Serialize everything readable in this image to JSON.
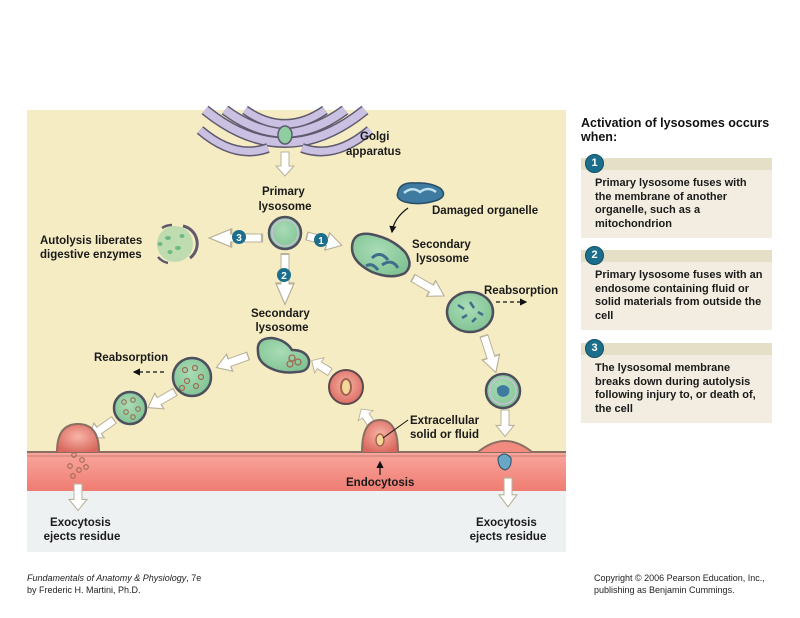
{
  "diagram": {
    "labels": {
      "golgi": [
        "Golgi",
        "apparatus"
      ],
      "primary_lysosome": [
        "Primary",
        "lysosome"
      ],
      "damaged_organelle": "Damaged organelle",
      "secondary_lysosome_right": [
        "Secondary",
        "lysosome"
      ],
      "secondary_lysosome_center": [
        "Secondary",
        "lysosome"
      ],
      "autolysis": [
        "Autolysis liberates",
        "digestive enzymes"
      ],
      "reabsorption_right": "Reabsorption",
      "reabsorption_left": "Reabsorption",
      "extracellular": [
        "Extracellular",
        "solid or fluid"
      ],
      "endocytosis": "Endocytosis",
      "exocytosis_left": [
        "Exocytosis",
        "ejects residue"
      ],
      "exocytosis_right": [
        "Exocytosis",
        "ejects residue"
      ]
    },
    "pathway_badges": {
      "one": "1",
      "two": "2",
      "three": "3"
    },
    "colors": {
      "cytoplasm": "#f5ecc3",
      "membrane": "#f38a80",
      "extracellular": "#eef1f2",
      "lysosome_fill": "#8fcf9f",
      "golgi_fill": "#c9c0e2",
      "badge": "#1c6f8c"
    }
  },
  "sidebar": {
    "title": "Activation of lysosomes occurs when:",
    "steps": [
      {
        "number": "1",
        "text": "Primary lysosome fuses with the membrane of another organelle, such as a mitochondrion"
      },
      {
        "number": "2",
        "text": "Primary lysosome fuses with an endosome containing fluid or solid materials from outside the cell"
      },
      {
        "number": "3",
        "text": "The lysosomal membrane breaks down during autolysis following injury to, or death of, the cell"
      }
    ]
  },
  "footer": {
    "book_title": "Fundamentals of Anatomy & Physiology",
    "edition": ", 7e",
    "author": "by Frederic H. Martini, Ph.D.",
    "copyright": "Copyright © 2006 Pearson Education, Inc.,",
    "publisher": "publishing as Benjamin Cummings."
  }
}
